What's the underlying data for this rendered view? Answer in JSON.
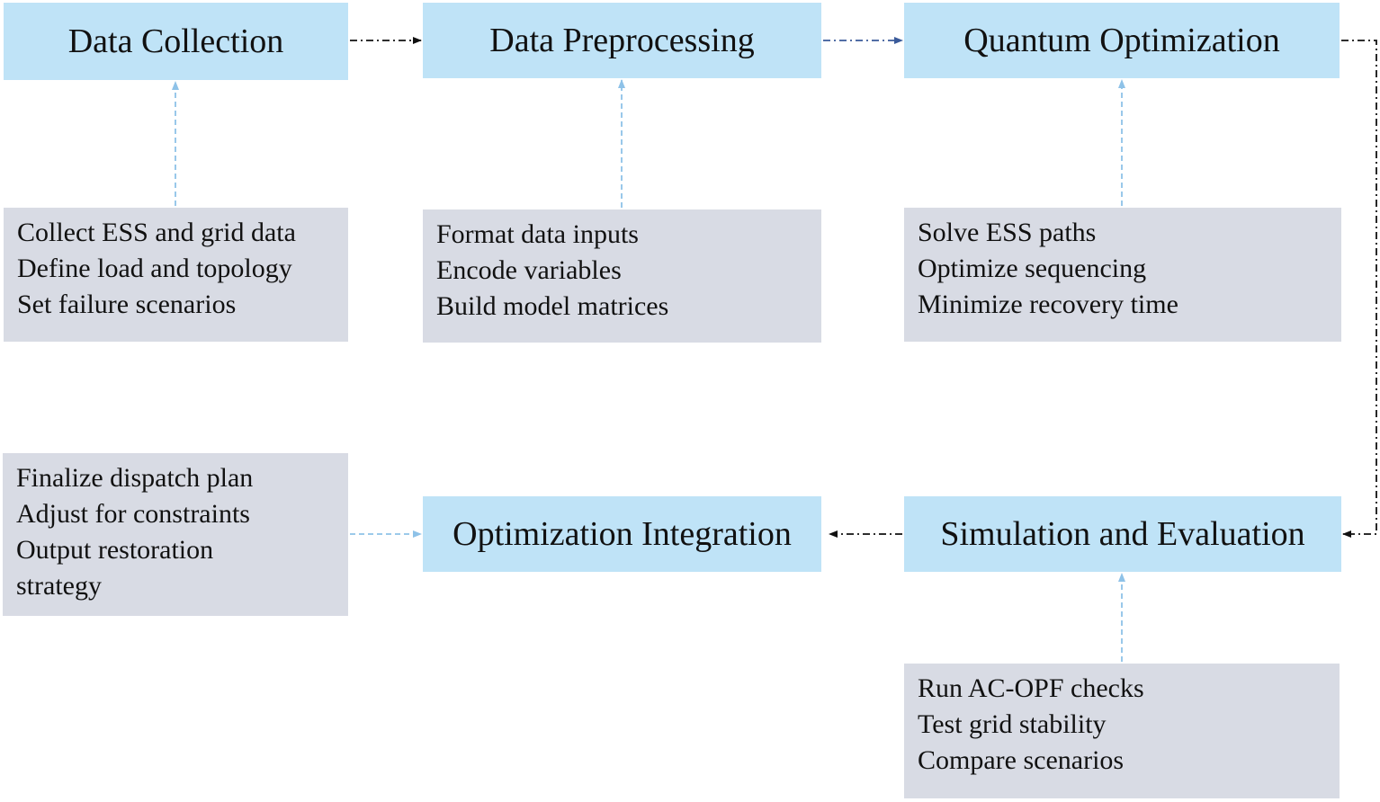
{
  "stages": {
    "collection": "Data Collection",
    "preprocess": "Data Preprocessing",
    "quantum": "Quantum Optimization",
    "integration": "Optimization Integration",
    "simulation": "Simulation and Evaluation"
  },
  "details": {
    "collection": [
      "Collect ESS and grid data",
      "Define load and topology",
      "Set failure scenarios"
    ],
    "preprocess": [
      "Format data inputs",
      "Encode variables",
      "Build model matrices"
    ],
    "quantum": [
      "Solve ESS paths",
      "Optimize sequencing",
      "Minimize recovery time"
    ],
    "integration": [
      "Finalize dispatch plan",
      "Adjust for constraints",
      "Output restoration",
      "strategy"
    ],
    "simulation": [
      "Run AC-OPF checks",
      "Test grid stability",
      "Compare scenarios"
    ]
  },
  "colors": {
    "stage_fill": "#bfe3f7",
    "detail_fill": "#d8dbe4",
    "main_flow_arrow": "#111111",
    "detail_arrow": "#8ec2e8",
    "preprocess_to_quantum_arrow": "#3a5a9a"
  }
}
